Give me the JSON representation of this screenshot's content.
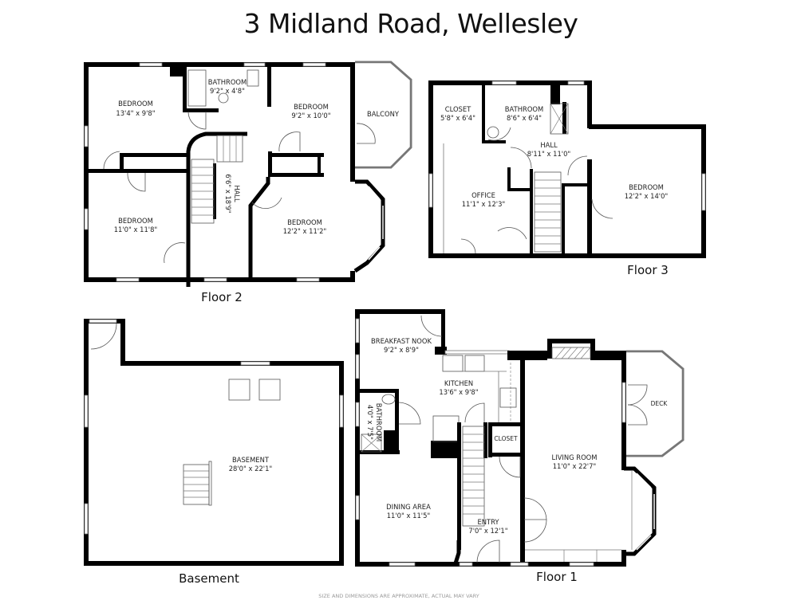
{
  "title": "3 Midland Road, Wellesley",
  "disclaimer": "SIZE AND DIMENSIONS ARE APPROXIMATE, ACTUAL MAY VARY",
  "floors": {
    "floor2": {
      "label": "Floor 2",
      "rooms": [
        {
          "name": "BEDROOM",
          "dims": "13'4\" x 9'8\""
        },
        {
          "name": "BATHROOM",
          "dims": "9'2\" x 4'8\""
        },
        {
          "name": "BEDROOM",
          "dims": "9'2\" x 10'0\""
        },
        {
          "name": "BALCONY",
          "dims": ""
        },
        {
          "name": "HALL",
          "dims": "6'6\" x 18'9\""
        },
        {
          "name": "BEDROOM",
          "dims": "11'0\" x 11'8\""
        },
        {
          "name": "BEDROOM",
          "dims": "12'2\" x 11'2\""
        }
      ]
    },
    "floor3": {
      "label": "Floor 3",
      "rooms": [
        {
          "name": "CLOSET",
          "dims": "5'8\" x 6'4\""
        },
        {
          "name": "BATHROOM",
          "dims": "8'6\" x 6'4\""
        },
        {
          "name": "HALL",
          "dims": "8'11\" x 11'0\""
        },
        {
          "name": "OFFICE",
          "dims": "11'1\" x 12'3\""
        },
        {
          "name": "BEDROOM",
          "dims": "12'2\" x 14'0\""
        }
      ]
    },
    "basement": {
      "label": "Basement",
      "rooms": [
        {
          "name": "BASEMENT",
          "dims": "28'0\" x 22'1\""
        }
      ]
    },
    "floor1": {
      "label": "Floor 1",
      "rooms": [
        {
          "name": "BREAKFAST NOOK",
          "dims": "9'2\" x 8'9\""
        },
        {
          "name": "KITCHEN",
          "dims": "13'6\" x 9'8\""
        },
        {
          "name": "BATHROOM",
          "dims": "4'0\" x 7'5\""
        },
        {
          "name": "CLOSET",
          "dims": ""
        },
        {
          "name": "LIVING ROOM",
          "dims": "11'0\" x 22'7\""
        },
        {
          "name": "DECK",
          "dims": ""
        },
        {
          "name": "DINING AREA",
          "dims": "11'0\" x 11'5\""
        },
        {
          "name": "ENTRY",
          "dims": "7'0\" x 12'1\""
        }
      ]
    }
  },
  "colors": {
    "wall": "#000000",
    "background": "#ffffff",
    "disclaimer": "#9a9a9a"
  }
}
